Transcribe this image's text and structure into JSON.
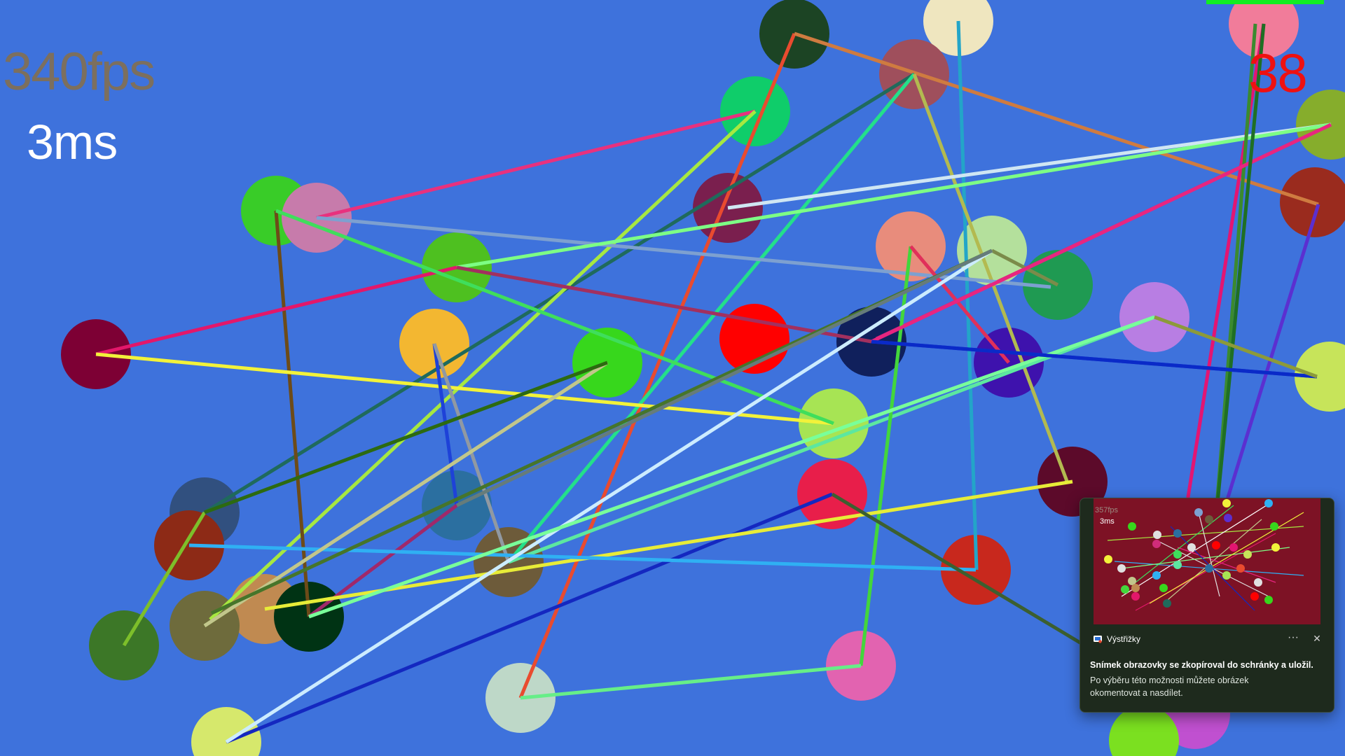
{
  "game": {
    "background_color": "#3e72dc",
    "hud": {
      "fps_text": "340fps",
      "fps_color": "#7c6f5e",
      "ms_text": "3ms",
      "ms_color": "#ffffff",
      "score_text": "38",
      "score_color": "#ee1111",
      "top_bar_color": "#11ee22"
    },
    "circles": [
      {
        "c": "#1c4424"
      },
      {
        "c": "#efe6bf"
      },
      {
        "c": "#f17c9a"
      },
      {
        "c": "#9f4f5c"
      },
      {
        "c": "#0fcd6a"
      },
      {
        "c": "#86ad2c"
      },
      {
        "c": "#39cc28"
      },
      {
        "c": "#c77bab"
      },
      {
        "c": "#7a1f4e"
      },
      {
        "c": "#9a2b1e"
      },
      {
        "c": "#4ec020"
      },
      {
        "c": "#e88c7c"
      },
      {
        "c": "#b4e09c"
      },
      {
        "c": "#1f9a52"
      },
      {
        "c": "#b87ee3"
      },
      {
        "c": "#7d0034"
      },
      {
        "c": "#f3b731"
      },
      {
        "c": "#ff0000"
      },
      {
        "c": "#10205c"
      },
      {
        "c": "#3e12ad"
      },
      {
        "c": "#c7e45a"
      },
      {
        "c": "#37d71c"
      },
      {
        "c": "#a7e454"
      },
      {
        "c": "#5c0a2a"
      },
      {
        "c": "#31507f"
      },
      {
        "c": "#2b6fa0"
      },
      {
        "c": "#8d2a16"
      },
      {
        "c": "#e81e4a"
      },
      {
        "c": "#6d5b3a"
      },
      {
        "c": "#c8281d"
      },
      {
        "c": "#c08a51"
      },
      {
        "c": "#003314"
      },
      {
        "c": "#6e6b3c"
      },
      {
        "c": "#3c7727"
      },
      {
        "c": "#e263b0"
      },
      {
        "c": "#bed8c8"
      },
      {
        "c": "#d6e86c"
      },
      {
        "c": "#c050d0"
      },
      {
        "c": "#7be020"
      }
    ],
    "lines": [
      {
        "c": "#e94b2f"
      },
      {
        "c": "#cf7b40"
      },
      {
        "c": "#e31572"
      },
      {
        "c": "#23a5c8"
      },
      {
        "c": "#1f6a5c"
      },
      {
        "c": "#23e08a"
      },
      {
        "c": "#b3ba50"
      },
      {
        "c": "#e8317e"
      },
      {
        "c": "#a7e840"
      },
      {
        "c": "#d02c7a"
      },
      {
        "c": "#cfe6f3"
      },
      {
        "c": "#7da0d0"
      },
      {
        "c": "#7dfe85"
      },
      {
        "c": "#5ce7a0"
      },
      {
        "c": "#6d4b18"
      },
      {
        "c": "#e3176a"
      },
      {
        "c": "#f2f23a"
      },
      {
        "c": "#1e42d8"
      },
      {
        "c": "#9199a2"
      },
      {
        "c": "#a2305f"
      },
      {
        "c": "#3fde5c"
      },
      {
        "c": "#43d63c"
      },
      {
        "c": "#e0305a"
      },
      {
        "c": "#a0286a"
      },
      {
        "c": "#1428c0"
      },
      {
        "c": "#7b8b4a"
      },
      {
        "c": "#e7ec38"
      },
      {
        "c": "#2fb0f3"
      },
      {
        "c": "#7dbf2a"
      },
      {
        "c": "#94d24c"
      },
      {
        "c": "#3b8a2f"
      },
      {
        "c": "#c2c68c"
      },
      {
        "c": "#2c6a10"
      },
      {
        "c": "#1b37d8"
      },
      {
        "c": "#ccecff"
      },
      {
        "c": "#79ff9a"
      },
      {
        "c": "#e82580"
      },
      {
        "c": "#1f6f24"
      },
      {
        "c": "#5b2fd0"
      },
      {
        "c": "#3c5f30"
      },
      {
        "c": "#46752a"
      },
      {
        "c": "#667c7a"
      },
      {
        "c": "#0a2ac8"
      },
      {
        "c": "#8c9a3a"
      },
      {
        "c": "#66ee88"
      }
    ]
  },
  "toast": {
    "preview_fps": "357fps",
    "preview_ms": "3ms",
    "app_name": "Výstřižky",
    "more_label": "···",
    "close_label": "✕",
    "title": "Snímek obrazovky se zkopíroval do schránky a uložil.",
    "body": "Po výběru této možnosti můžete obrázek okomentovat a nasdílet."
  }
}
